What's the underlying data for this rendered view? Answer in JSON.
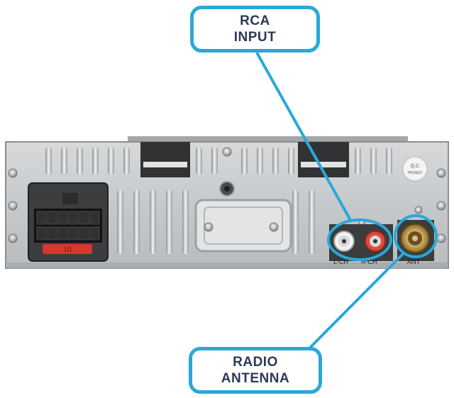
{
  "callouts": {
    "rca": {
      "line1": "RCA",
      "line2": "INPUT"
    },
    "antenna": {
      "line1": "RADIO",
      "line2": "ANTENNA"
    }
  },
  "unit_labels": {
    "left_channel": "L-CH",
    "right_channel": "R-CH",
    "antenna": "ANT",
    "fuse": "10",
    "sticker_line1": "Q.C",
    "sticker_line2": "PASSED"
  },
  "colors": {
    "callout_border": "#2aa8d8",
    "callout_text": "#2b3a52",
    "panel_metal": "#c9ccce",
    "fuse": "#d8372b"
  }
}
